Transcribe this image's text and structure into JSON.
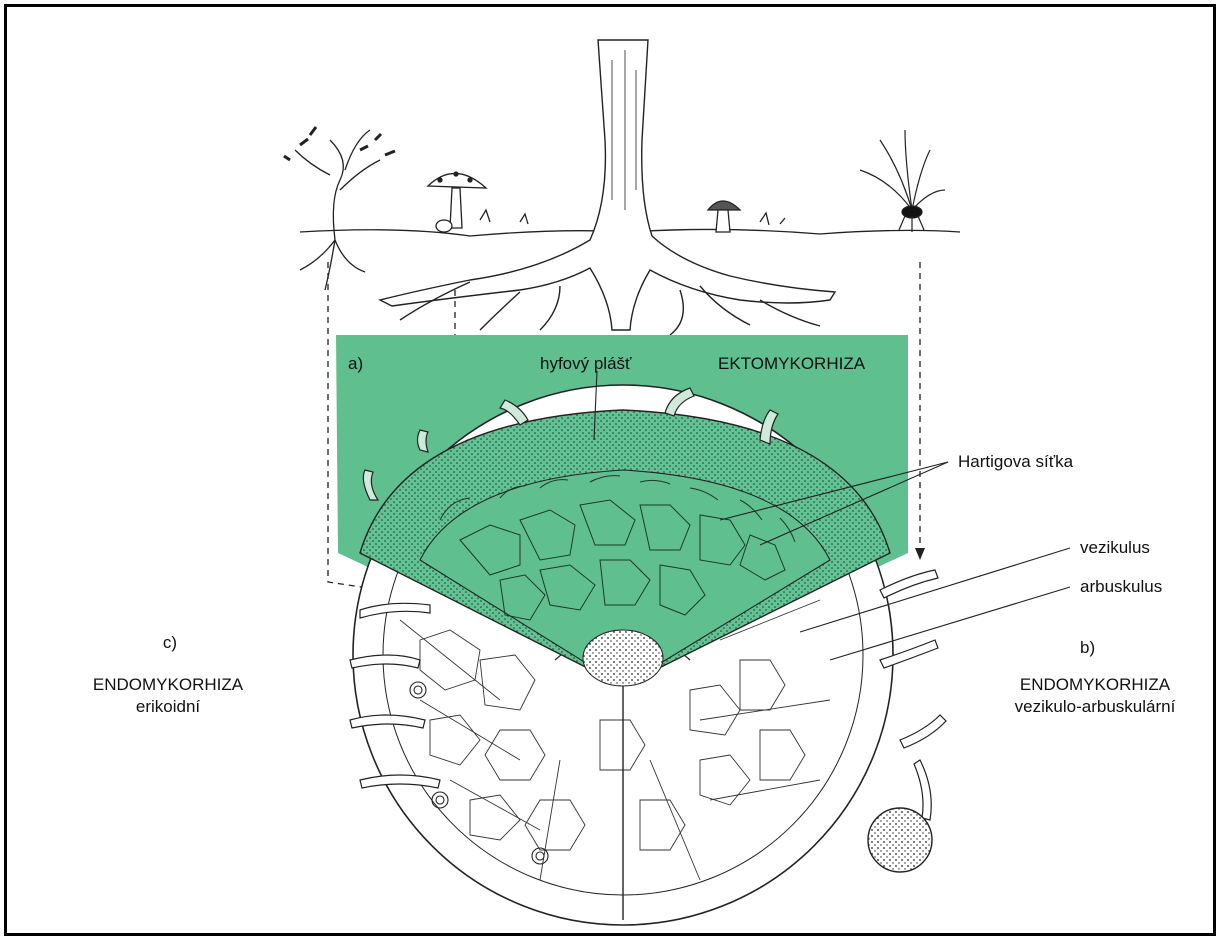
{
  "labels": {
    "part_a": "a)",
    "mantle": "hyfový plášť",
    "ecto": "EKTOMYKORHIZA",
    "hartig": "Hartigova síťka",
    "vesicle": "vezikulus",
    "arbuscule": "arbuskulus",
    "part_b": "b)",
    "vam_title": "ENDOMYKORHIZA",
    "vam_sub": "vezikulo-arbuskulární",
    "part_c": "c)",
    "eric_title": "ENDOMYKORHIZA",
    "eric_sub": "erikoidní"
  },
  "colors": {
    "ecto_fill": "#5fbf8f",
    "ink": "#111111",
    "mantle_fill": "#4fae80"
  }
}
